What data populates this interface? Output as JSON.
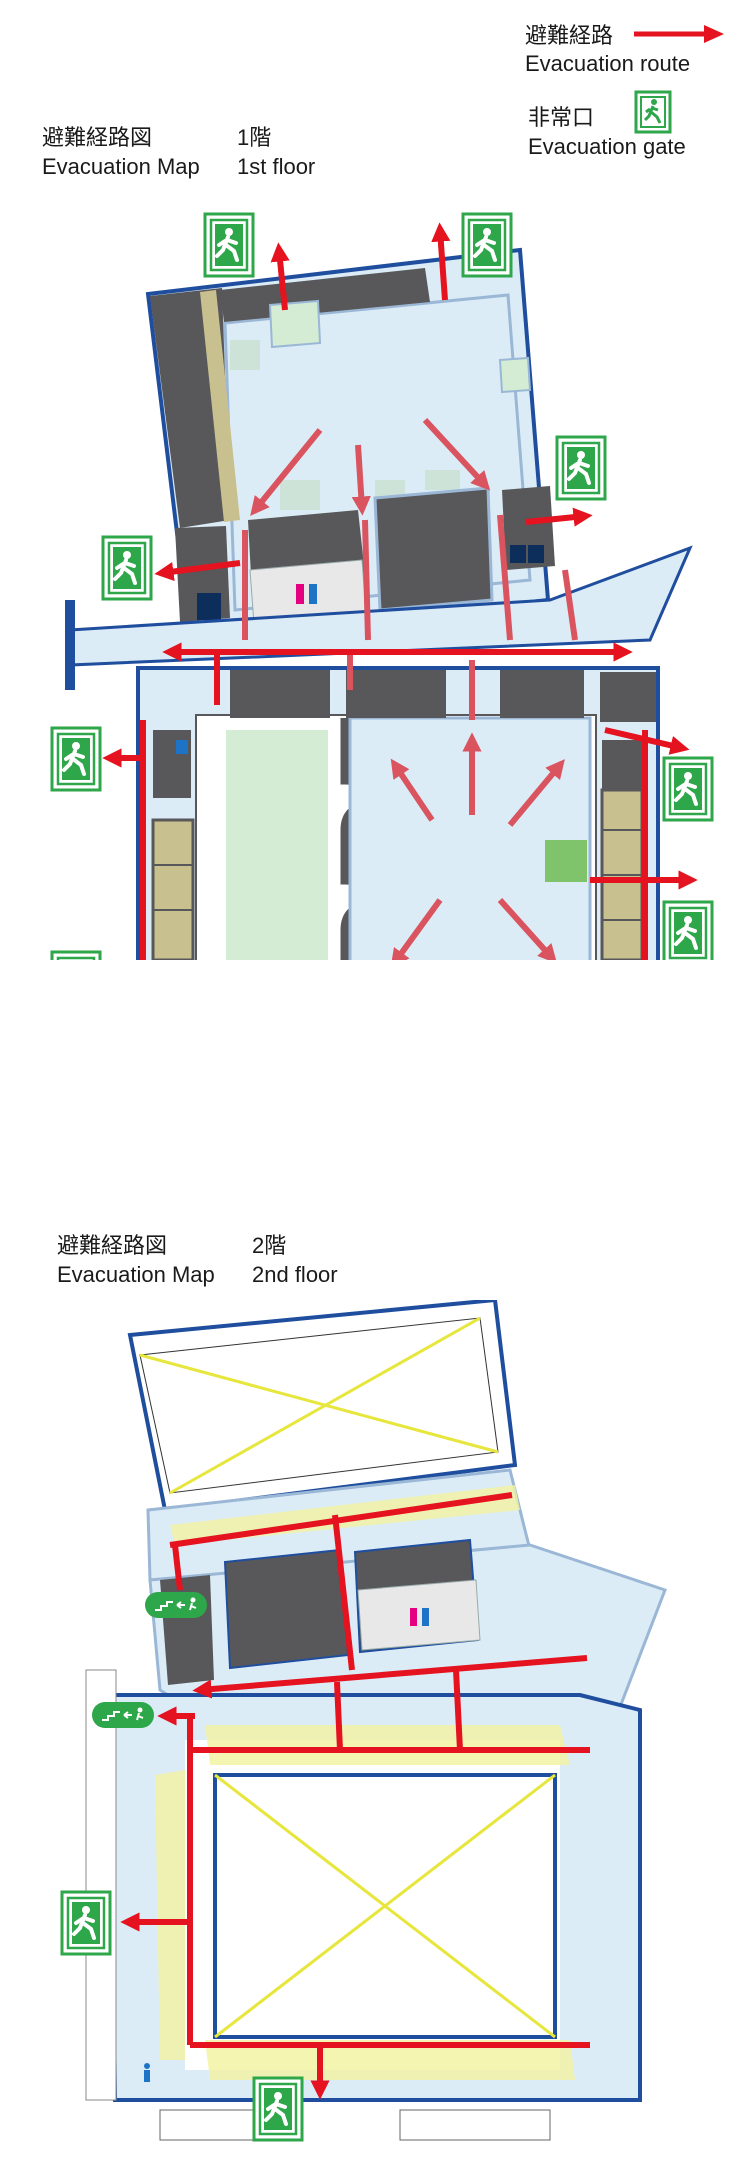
{
  "legend": {
    "route_ja": "避難経路",
    "route_en": "Evacuation route",
    "gate_ja": "非常口",
    "gate_en": "Evacuation gate"
  },
  "floor1": {
    "title_ja": "避難経路図",
    "floor_ja": "1階",
    "title_en": "Evacuation Map",
    "floor_en": "1st floor"
  },
  "floor2": {
    "title_ja": "避難経路図",
    "floor_ja": "2階",
    "title_en": "Evacuation Map",
    "floor_en": "2nd floor"
  },
  "colors": {
    "route": "#e5121f",
    "route_soft": "#d9545f",
    "wall": "#1f4e9e",
    "floor": "#dcecf7",
    "room": "#58585a",
    "exit": "#2ea64a",
    "tan": "#c9c08f",
    "green": "#d3ecd3",
    "yellow_line": "#e6e63c"
  },
  "icons": {
    "exit_sign": "exit-sign-icon",
    "male": "male-toilet-icon",
    "female": "female-toilet-icon"
  }
}
